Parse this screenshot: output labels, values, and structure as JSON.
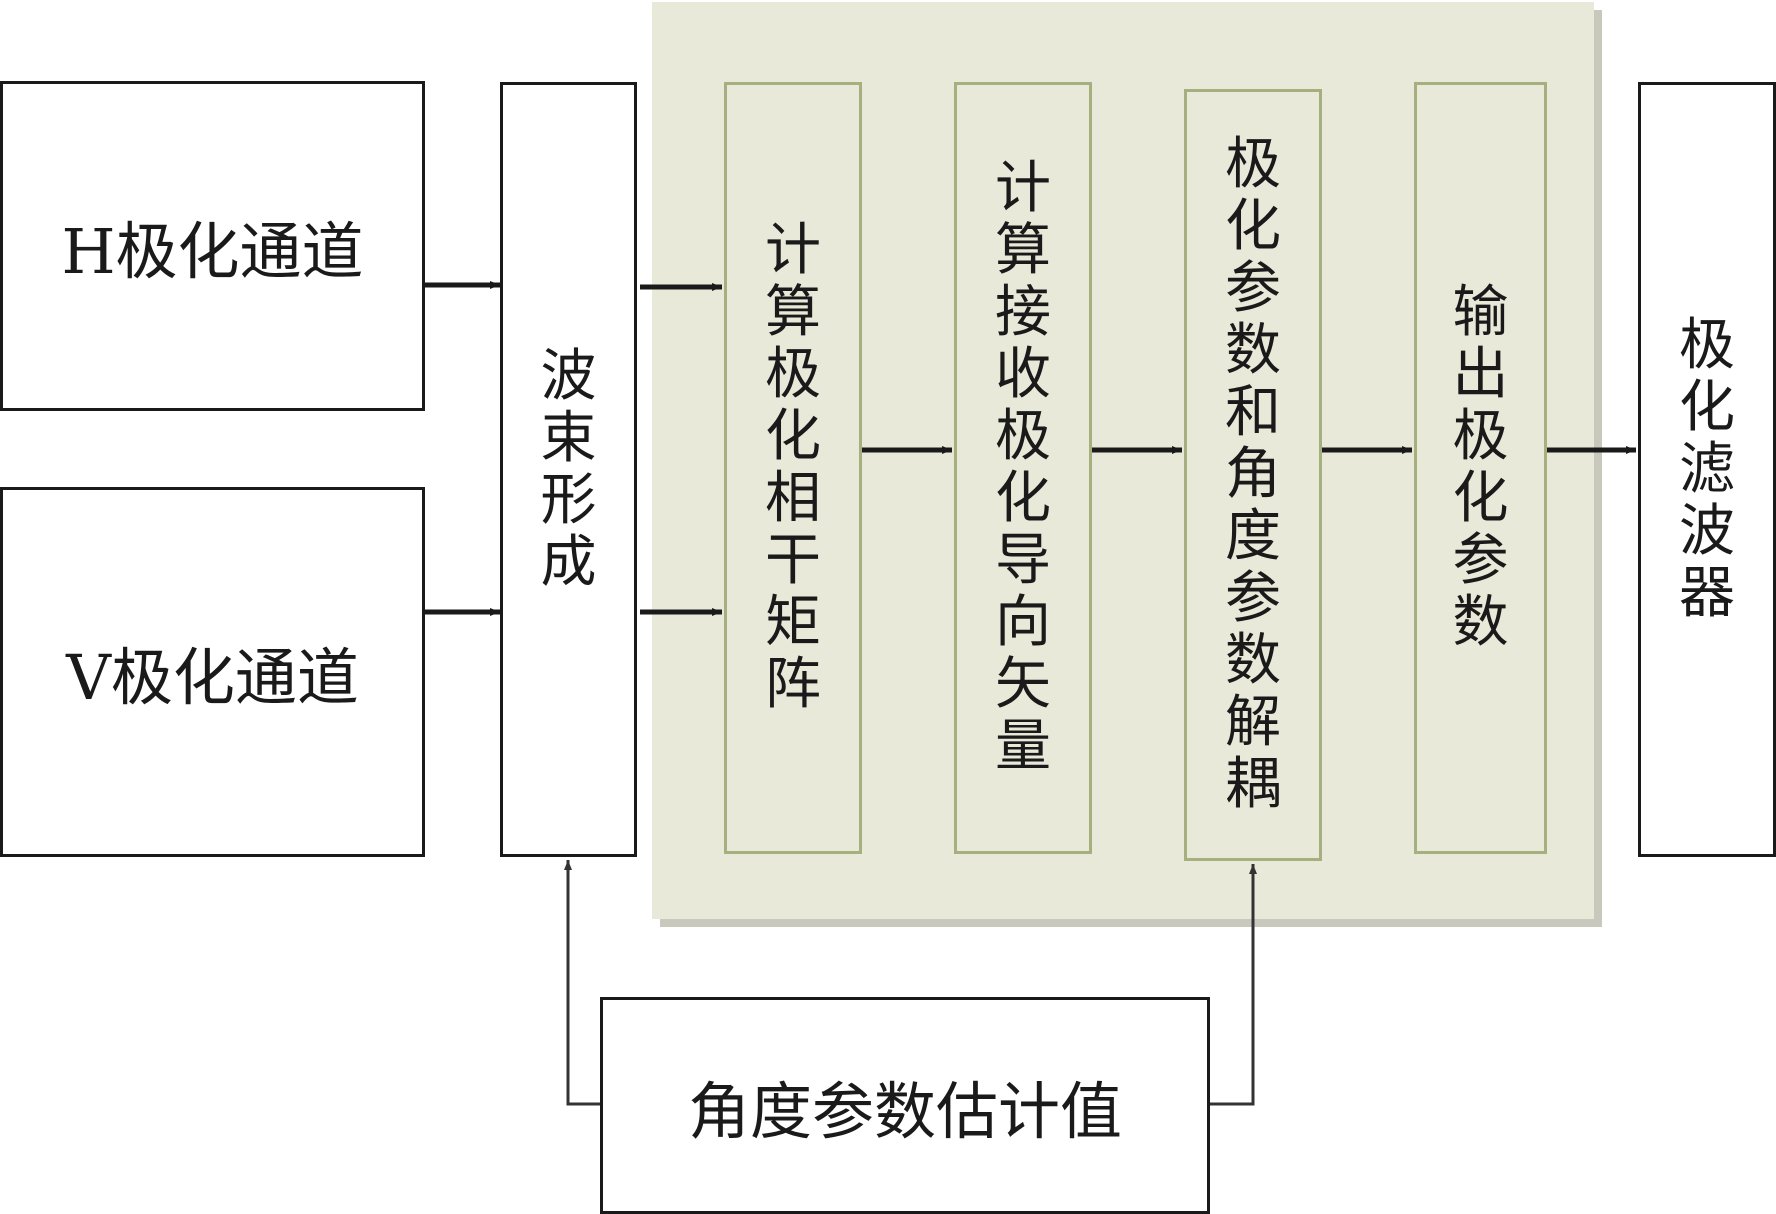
{
  "diagram": {
    "h_channel": "H极化通道",
    "v_channel": "V极化通道",
    "beamforming": "波束形成",
    "coherence_matrix": "计算极化相干矩阵",
    "steering_vector": "计算接收极化导向矢量",
    "decoupling": "极化参数和角度参数解耦",
    "output_params": "输出极化参数",
    "filter": "极化滤波器",
    "angle_estimate": "角度参数估计值"
  },
  "colors": {
    "panel_fill": "#e8e9d8",
    "panel_border": "#a5b07e",
    "line": "#1a1a1a",
    "feedback_line": "#333333"
  }
}
